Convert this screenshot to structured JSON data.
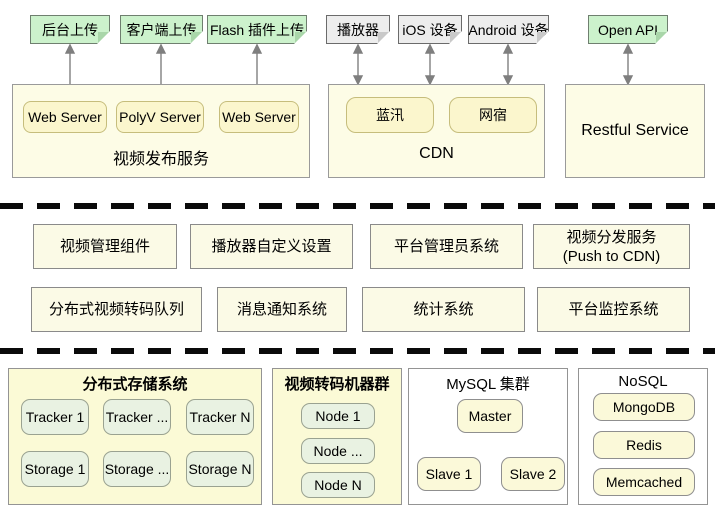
{
  "colors": {
    "note_green": "#ccf2cc",
    "note_gray": "#ededed",
    "container_yellow": "#fdfce6",
    "inner_box_yellow": "#fbf6cd",
    "small_box_yellow": "#fbf9d9",
    "small_box_green": "#e9f2e2",
    "arrow_gray": "#7f7f7f",
    "separator_black": "#0a0a0a"
  },
  "top": {
    "notes": [
      {
        "label": "后台上传"
      },
      {
        "label": "客户端上传"
      },
      {
        "label": "Flash 插件上传"
      },
      {
        "label": "播放器"
      },
      {
        "label": "iOS 设备"
      },
      {
        "label": "Android 设备"
      },
      {
        "label": "Open API"
      }
    ],
    "publish_service": {
      "title": "视频发布服务",
      "servers": [
        {
          "label": "Web Server"
        },
        {
          "label": "PolyV Server"
        },
        {
          "label": "Web Server"
        }
      ]
    },
    "cdn": {
      "title": "CDN",
      "providers": [
        {
          "label": "蓝汛"
        },
        {
          "label": "网宿"
        }
      ]
    },
    "restful_service": {
      "title": "Restful Service"
    }
  },
  "middle": {
    "row1": [
      {
        "label": "视频管理组件"
      },
      {
        "label": "播放器自定义设置"
      },
      {
        "label": "平台管理员系统"
      },
      {
        "line1": "视频分发服务",
        "line2": "(Push to CDN)"
      }
    ],
    "row2": [
      {
        "label": "分布式视频转码队列"
      },
      {
        "label": "消息通知系统"
      },
      {
        "label": "统计系统"
      },
      {
        "label": "平台监控系统"
      }
    ]
  },
  "bottom": {
    "storage": {
      "title": "分布式存储系统",
      "nodes": [
        {
          "label": "Tracker 1"
        },
        {
          "label": "Tracker ..."
        },
        {
          "label": "Tracker N"
        },
        {
          "label": "Storage 1"
        },
        {
          "label": "Storage ..."
        },
        {
          "label": "Storage N"
        }
      ]
    },
    "transcode": {
      "title": "视频转码机器群",
      "nodes": [
        {
          "label": "Node 1"
        },
        {
          "label": "Node ..."
        },
        {
          "label": "Node N"
        }
      ]
    },
    "mysql": {
      "title": "MySQL 集群",
      "master": "Master",
      "slaves": [
        {
          "label": "Slave 1"
        },
        {
          "label": "Slave 2"
        }
      ]
    },
    "nosql": {
      "title": "NoSQL",
      "nodes": [
        {
          "label": "MongoDB"
        },
        {
          "label": "Redis"
        },
        {
          "label": "Memcached"
        }
      ]
    }
  }
}
